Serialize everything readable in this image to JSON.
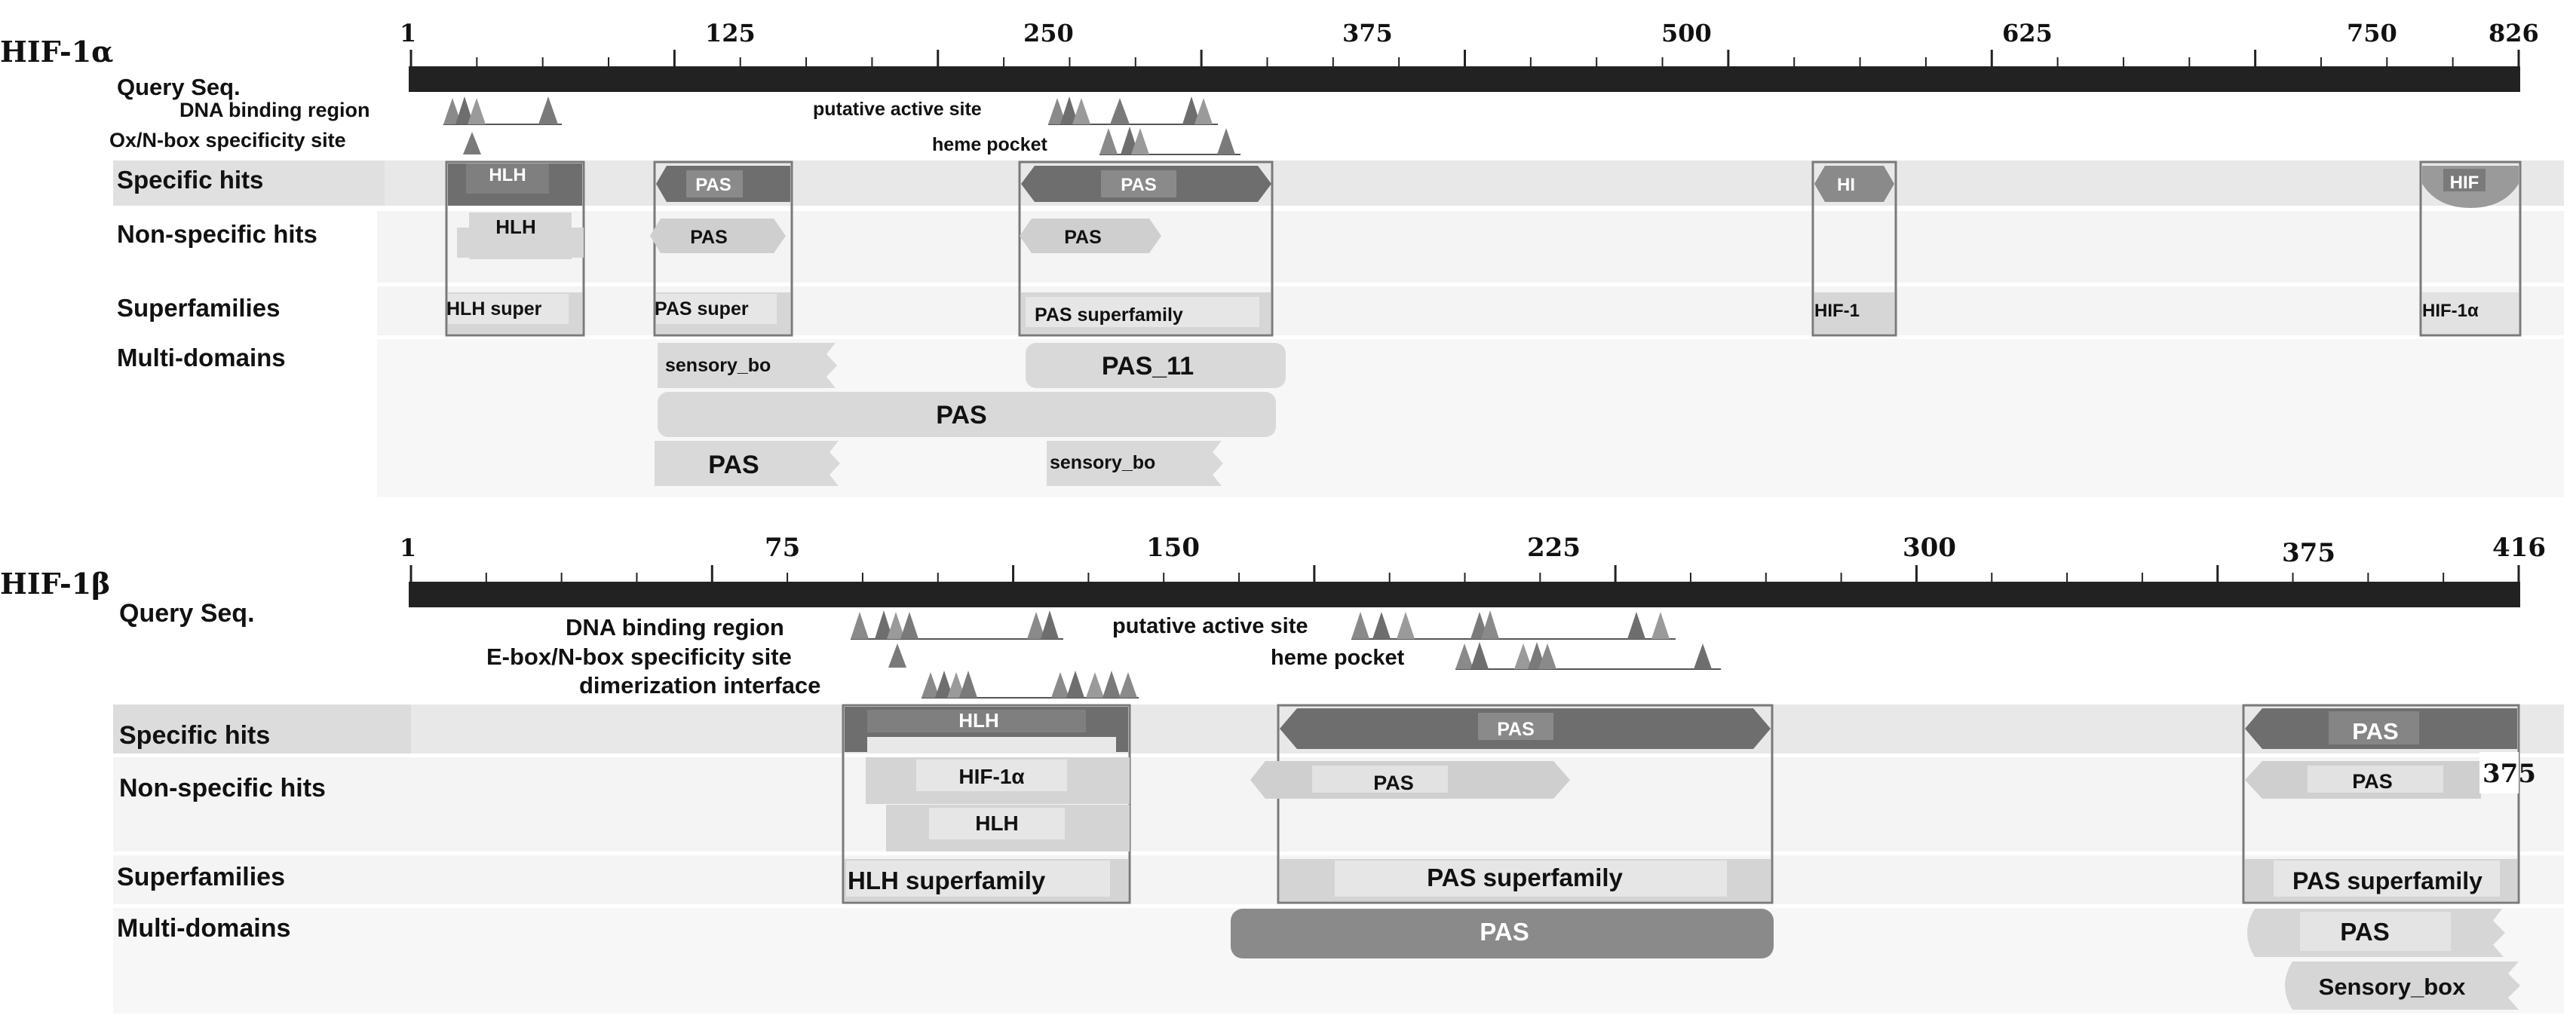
{
  "panels": [
    {
      "name": "HIF-1α",
      "query_length": 826,
      "tick_labels": [
        "1",
        "125",
        "250",
        "375",
        "500",
        "625",
        "750",
        "826"
      ],
      "row_labels": {
        "query": "Query Seq.",
        "specific": "Specific hits",
        "nonspecific": "Non-specific hits",
        "superfamilies": "Superfamilies",
        "multidomains": "Multi-domains"
      },
      "features": [
        {
          "label": "DNA binding region"
        },
        {
          "label": "Ox/N-box specificity site"
        },
        {
          "label": "putative active site"
        },
        {
          "label": "heme pocket"
        }
      ],
      "specific_hits": [
        "HLH",
        "PAS",
        "PAS",
        "HI",
        "HIF"
      ],
      "nonspecific_hits": [
        "HLH",
        "PAS",
        "PAS"
      ],
      "superfamilies": [
        "HLH super",
        "PAS super",
        "PAS superfamily",
        "HIF-1",
        "HIF-1α"
      ],
      "multidomains": [
        "sensory_bo",
        "PAS_11",
        "PAS",
        "PAS",
        "sensory_bo"
      ]
    },
    {
      "name": "HIF-1β",
      "query_length": 416,
      "tick_labels": [
        "1",
        "75",
        "150",
        "225",
        "300",
        "375",
        "416"
      ],
      "row_labels": {
        "query": "Query Seq.",
        "specific": "Specific hits",
        "nonspecific": "Non-specific hits",
        "superfamilies": "Superfamilies",
        "multidomains": "Multi-domains"
      },
      "features": [
        {
          "label": "DNA binding region"
        },
        {
          "label": "E-box/N-box specificity site"
        },
        {
          "label": "dimerization interface"
        },
        {
          "label": "putative active site"
        },
        {
          "label": "heme pocket"
        }
      ],
      "specific_hits": [
        "HLH",
        "PAS",
        "PAS"
      ],
      "nonspecific_hits": [
        "HIF-1α",
        "HLH",
        "PAS",
        "PAS"
      ],
      "overlay_label": "375",
      "superfamilies": [
        "HLH superfamily",
        "PAS superfamily",
        "PAS superfamily"
      ],
      "multidomains": [
        "PAS",
        "PAS",
        "Sensory_box"
      ]
    }
  ],
  "colors": {
    "query_bar": "#222222",
    "dark_hit": "#6e6e6e",
    "light_hit": "#cfcfcf",
    "band": "#e8e8e8",
    "band_light": "#f4f4f4",
    "box_stroke": "#7a7a7a"
  }
}
